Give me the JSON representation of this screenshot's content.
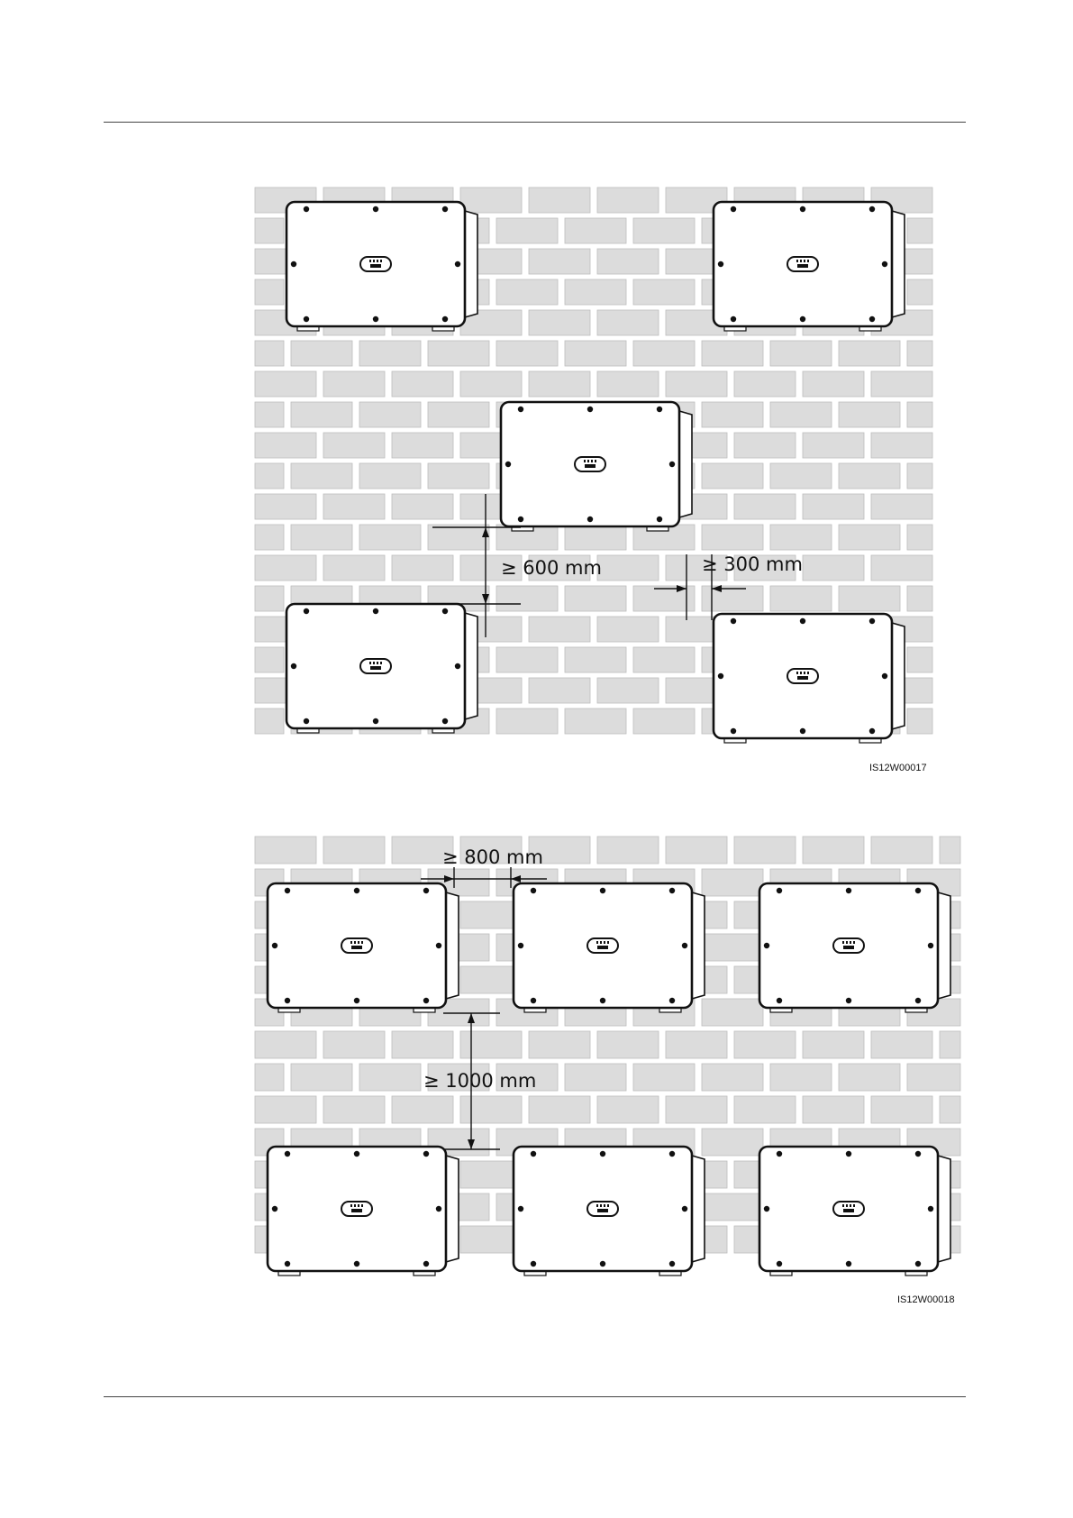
{
  "figures": [
    {
      "code": "IS12W00017",
      "labels": [
        "≥ 600 mm",
        "≥ 300 mm"
      ]
    },
    {
      "code": "IS12W00018",
      "labels": [
        "≥ 800 mm",
        "≥ 1000 mm"
      ]
    }
  ],
  "colors": {
    "brick": "#dcdcdc",
    "brick_edge": "#bdbdbd",
    "outline": "#111111"
  },
  "icons": [
    "inverter-icon",
    "led-indicator-icon",
    "dimension-arrow-icon"
  ]
}
